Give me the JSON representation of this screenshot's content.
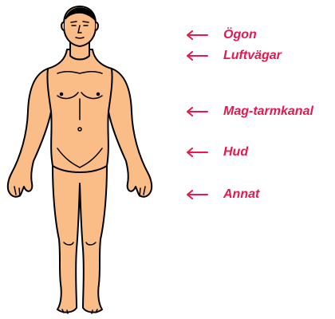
{
  "colors": {
    "skin": "#fbbd87",
    "outline": "#000000",
    "label": "#e8174f",
    "background": "#ffffff"
  },
  "figure": {
    "icon": "human-body-front-icon"
  },
  "labels": [
    {
      "text": "Ögon",
      "icon": "arrow-left-icon"
    },
    {
      "text": "Luftvägar",
      "icon": "arrow-left-icon"
    },
    {
      "text": "Mag-tarmkanal",
      "icon": "arrow-left-icon"
    },
    {
      "text": "Hud",
      "icon": "arrow-left-icon"
    },
    {
      "text": "Annat",
      "icon": "arrow-left-icon"
    }
  ]
}
